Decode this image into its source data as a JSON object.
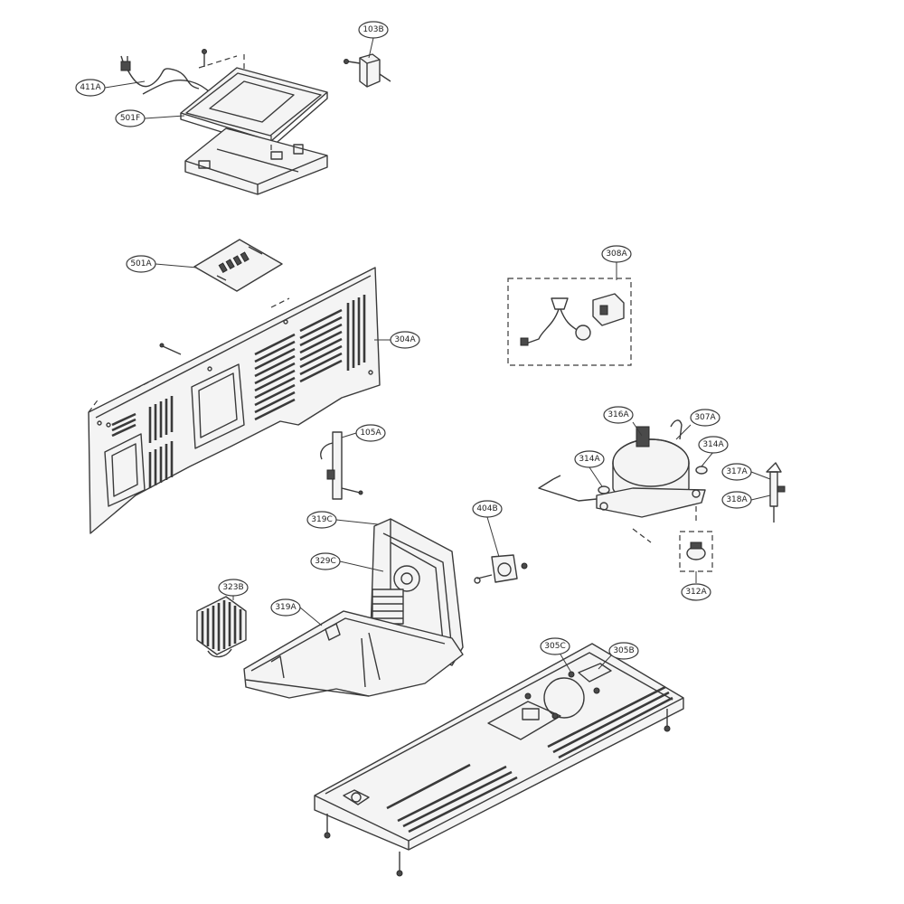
{
  "colors": {
    "line": "#3a3a3a",
    "background": "#ffffff",
    "tag_border": "#3a3a3a"
  },
  "callouts": {
    "c411A": "411A",
    "c501F": "501F",
    "c103B": "103B",
    "c501A": "501A",
    "c304A": "304A",
    "c308A": "308A",
    "c105A": "105A",
    "c316A": "316A",
    "c307A": "307A",
    "c314A_left": "314A",
    "c314A_right": "314A",
    "c317A": "317A",
    "c318A": "318A",
    "c319C": "319C",
    "c404B": "404B",
    "c329C": "329C",
    "c312A": "312A",
    "c323B": "323B",
    "c319A": "319A",
    "c305C": "305C",
    "c305B": "305B"
  }
}
